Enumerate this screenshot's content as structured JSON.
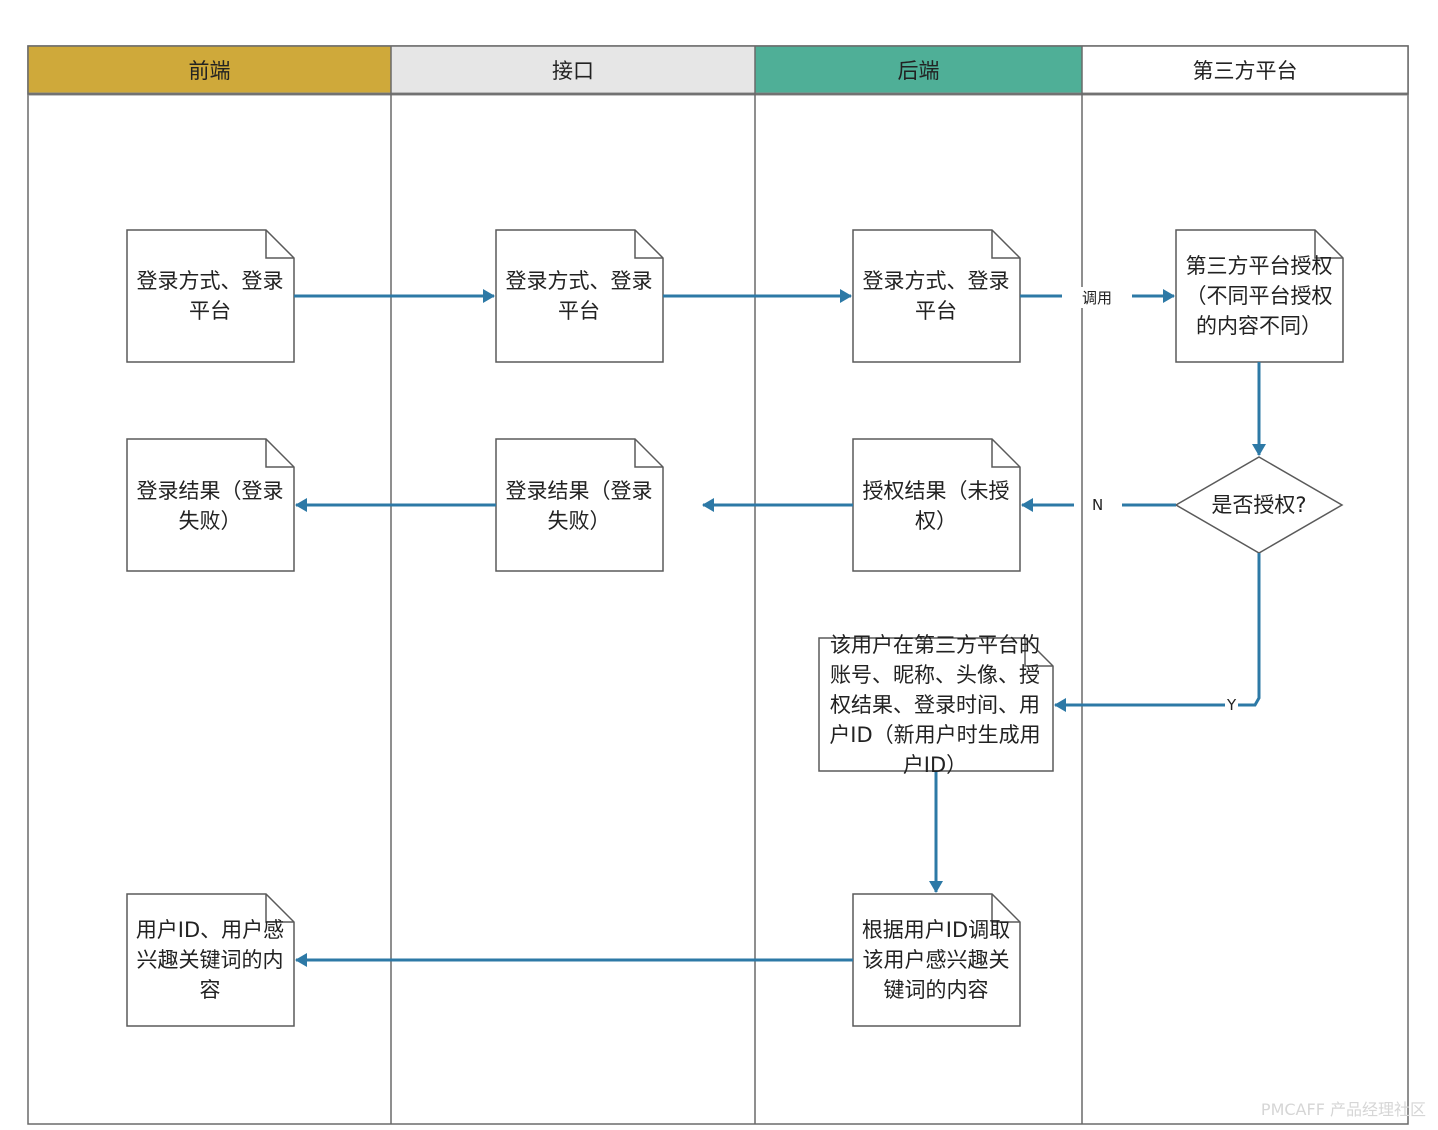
{
  "lanes": [
    {
      "label": "前端",
      "color": "#cfa93a"
    },
    {
      "label": "接口",
      "color": "#e6e6e6"
    },
    {
      "label": "后端",
      "color": "#4faf97"
    },
    {
      "label": "第三方平台",
      "color": "#ffffff"
    }
  ],
  "nodes": {
    "fe_login": "登录方式、登录平台",
    "api_login": "登录方式、登录平台",
    "be_login": "登录方式、登录平台",
    "tp_auth": "第三方平台授权（不同平台授权的内容不同）",
    "decision": "是否授权?",
    "be_result": "授权结果（未授权）",
    "api_result": "登录结果（登录失败）",
    "fe_result": "登录结果（登录失败）",
    "be_account": "该用户在第三方平台的账号、昵称、头像、授权结果、登录时间、用户ID（新用户时生成用户ID）",
    "be_interest": "根据用户ID调取该用户感兴趣关键词的内容",
    "fe_interest": "用户ID、用户感兴趣关键词的内容"
  },
  "edge_labels": {
    "call": "调用",
    "no": "N",
    "yes": "Y"
  },
  "colors": {
    "arrow": "#2d79a6",
    "border": "#5a5a5a"
  },
  "watermark": "PMCAFF 产品经理社区"
}
